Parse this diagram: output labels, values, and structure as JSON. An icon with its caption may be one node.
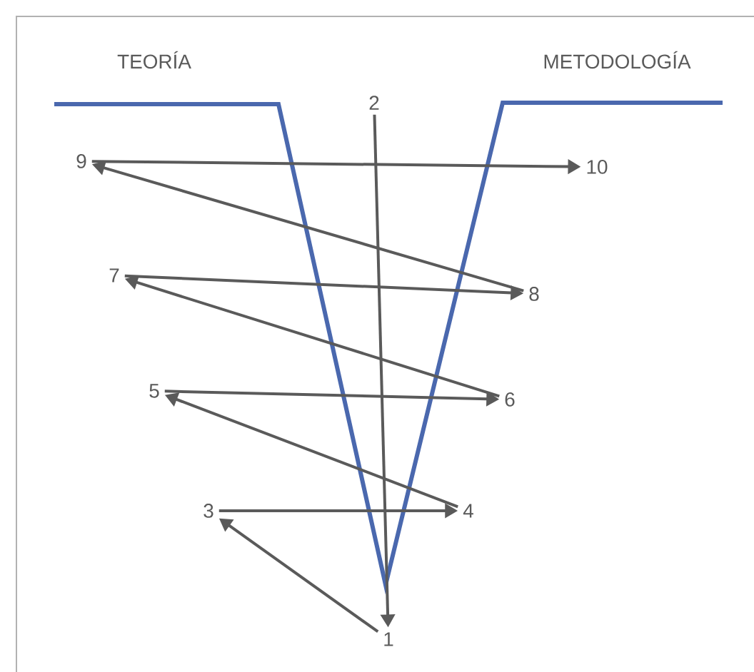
{
  "diagram": {
    "nodes": [
      {
        "text": [
          "1"
        ]
      },
      {
        "text": [
          "2"
        ]
      },
      {
        "text": [
          "3"
        ]
      },
      {
        "text": [
          "4"
        ]
      },
      {
        "text": [
          "5"
        ]
      },
      {
        "text": [
          "6"
        ]
      },
      {
        "text": [
          "7"
        ]
      },
      {
        "text": [
          "8"
        ]
      },
      {
        "text": [
          "9"
        ]
      },
      {
        "text": [
          "10"
        ]
      }
    ],
    "edges": [
      {
        "from": 1,
        "to": 0,
        "arrow": "to"
      },
      {
        "from": 0,
        "to": 2,
        "arrow": "to"
      },
      {
        "from": 2,
        "to": 3,
        "arrow": "to"
      },
      {
        "from": 3,
        "to": 4,
        "arrow": "to"
      },
      {
        "from": 4,
        "to": 5,
        "arrow": "to"
      },
      {
        "from": 5,
        "to": 6,
        "arrow": "to"
      },
      {
        "from": 6,
        "to": 7,
        "arrow": "to"
      },
      {
        "from": 7,
        "to": 8,
        "arrow": "to"
      },
      {
        "from": 8,
        "to": 9,
        "arrow": "to"
      }
    ],
    "labels": [
      "TEORÍA",
      "METODOLOGÍA"
    ]
  }
}
